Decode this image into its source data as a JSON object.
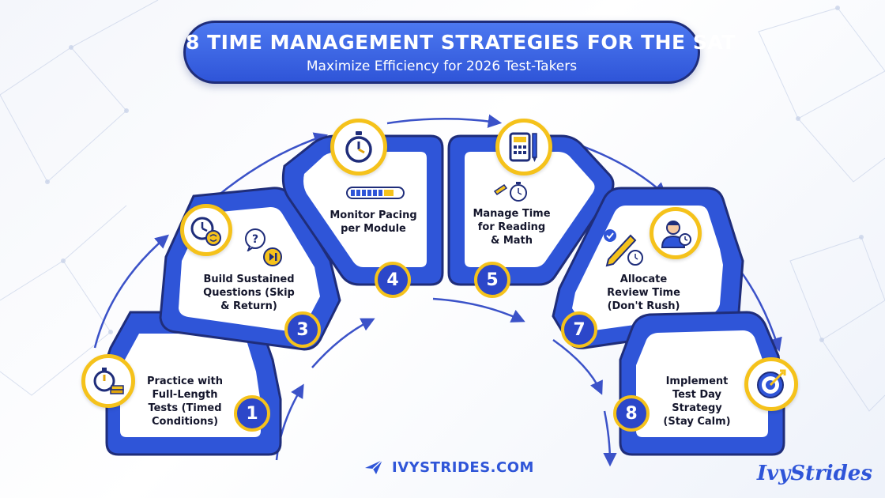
{
  "header": {
    "title": "8 TIME MANAGEMENT STRATEGIES FOR THE SAT",
    "subtitle": "Maximize Efficiency for 2026 Test-Takers"
  },
  "steps": [
    {
      "number": "1",
      "lines": [
        "Practice with",
        "Full-Length",
        "Tests (Timed",
        "Conditions)"
      ],
      "icon": "stopwatch-books-icon"
    },
    {
      "number": "3",
      "lines": [
        "Build Sustained",
        "Questions (Skip",
        "& Return)"
      ],
      "icon": "clock-brain-icon"
    },
    {
      "number": "4",
      "lines": [
        "Monitor Pacing",
        "per Module"
      ],
      "icon": "stopwatch-icon"
    },
    {
      "number": "5",
      "lines": [
        "Manage Time",
        "for Reading",
        "& Math"
      ],
      "icon": "calculator-pencil-icon"
    },
    {
      "number": "7",
      "lines": [
        "Allocate",
        "Review Time",
        "(Don't Rush)"
      ],
      "icon": "student-clock-icon"
    },
    {
      "number": "8",
      "lines": [
        "Implement",
        "Test Day",
        "Strategy",
        "(Stay Calm)"
      ],
      "icon": "target-icon"
    }
  ],
  "footer": {
    "website": "IVYSTRIDES.COM",
    "brand": "IvyStrides"
  },
  "colors": {
    "primary_blue": "#2f55d8",
    "dark_navy": "#1f2d7a",
    "badge_blue": "#2c47c9",
    "accent_yellow": "#f5c21b",
    "card_fill": "#ffffff"
  }
}
